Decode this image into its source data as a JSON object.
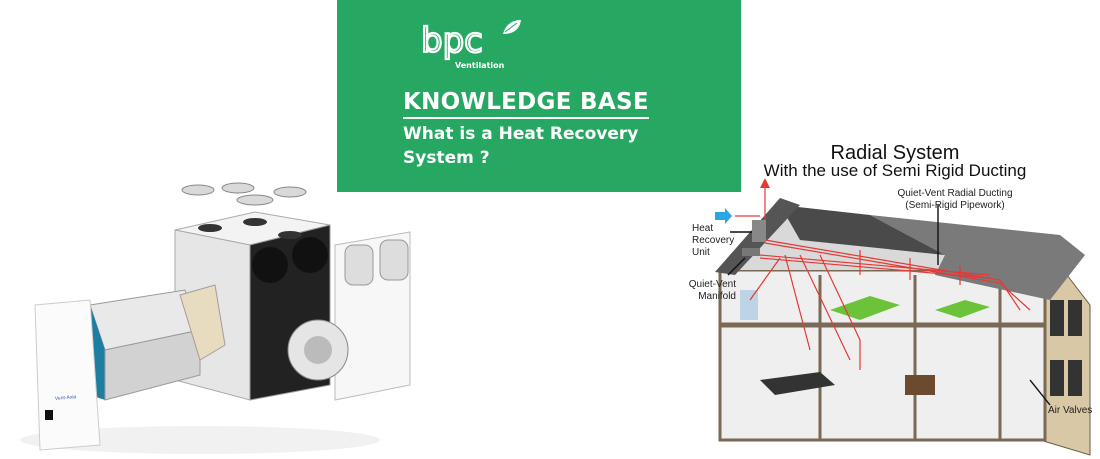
{
  "brand": {
    "name": "bpc",
    "tagline": "Ventilation",
    "color": "#26a862"
  },
  "banner": {
    "heading": "KNOWLEDGE BASE",
    "subtitle": "What is a Heat Recovery System ?"
  },
  "product": {
    "label": "Vent-Axia"
  },
  "diagram": {
    "title": "Radial System",
    "subtitle": "With the use of Semi Rigid Ducting",
    "labels": {
      "ducting": "Quiet-Vent Radial Ducting",
      "ducting_sub": "(Semi-Rigid Pipework)",
      "hru": "Heat Recovery Unit",
      "manifold": "Quiet-Vent Manifold",
      "valves": "Air Valves"
    }
  }
}
